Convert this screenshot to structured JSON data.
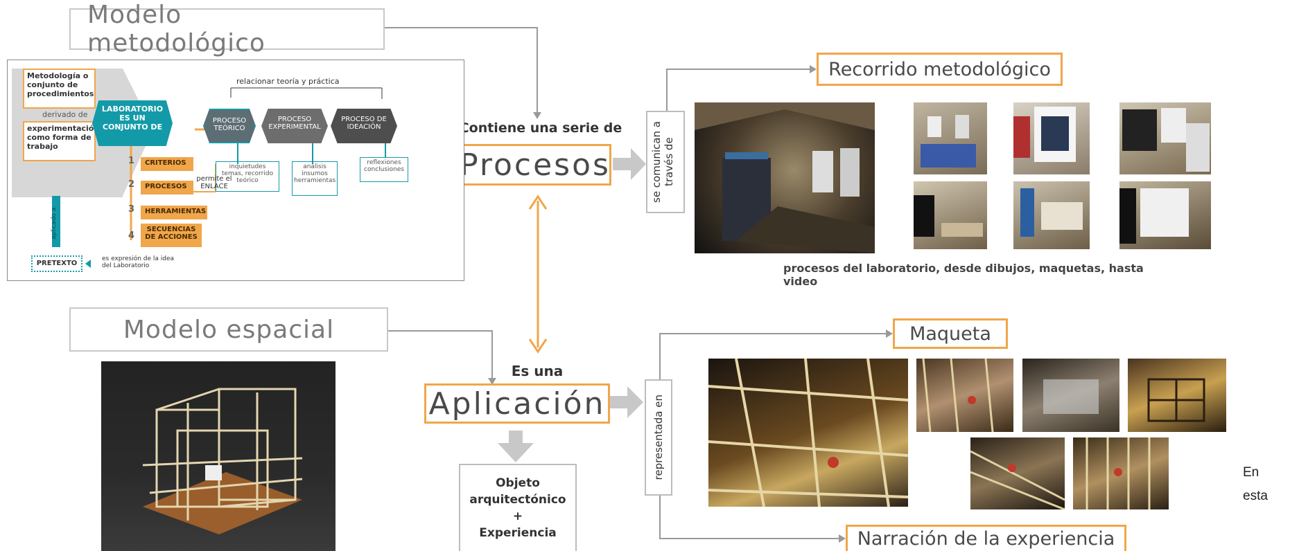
{
  "titles": {
    "metodologico": "Modelo metodológico",
    "espacial": "Modelo espacial",
    "recorrido": "Recorrido metodológico",
    "maqueta": "Maqueta",
    "narracion": "Narración de la experiencia"
  },
  "center": {
    "contiene": "Contiene una serie de",
    "procesos": "Procesos",
    "es_una": "Es una",
    "aplicacion": "Aplicación",
    "objeto_line1": "Objeto",
    "objeto_line2": "arquitectónico",
    "objeto_line3": "+",
    "objeto_line4": "Experiencia"
  },
  "side_labels": {
    "se_comunican": "se comunican a través de",
    "representada": "representada en"
  },
  "caption_procesos": "procesos del laboratorio, desde dibujos, maquetas, hasta video",
  "stray_text": [
    "En",
    "esta"
  ],
  "diagram": {
    "metodologia": "Metodología o conjunto de procedimientos",
    "derivado": "derivado de",
    "experimentacion": "experimentación como forma de trabajo",
    "laboratorio": "LABORATORIO ES UN CONJUNTO DE",
    "relacionar": "relacionar teoría y práctica",
    "proc_teorico": "PROCESO TEÓRICO",
    "proc_experimental": "PROCESO EXPERIMENTAL",
    "proc_ideacion": "PROCESO DE IDEACIÓN",
    "inquietudes": "inquietudes temas, recorrido teórico",
    "analisis": "análisis insumos herramientas",
    "reflexiones": "reflexiones conclusiones",
    "criterios": "CRITERIOS",
    "procesos": "PROCESOS",
    "herramientas": "HERRAMIENTAS",
    "secuencias": "SECUENCIAS DE ACCIONES",
    "n1": "1",
    "n2": "2",
    "n3": "3",
    "n4": "4",
    "permite": "permite el ENLACE",
    "aplicado": "aplicado a",
    "pretexto": "PRETEXTO",
    "expresion": "es expresión de la idea del Laboratorio"
  },
  "colors": {
    "orange": "#f0a64a",
    "teal": "#139aa8",
    "gray": "#bcbcbc"
  }
}
